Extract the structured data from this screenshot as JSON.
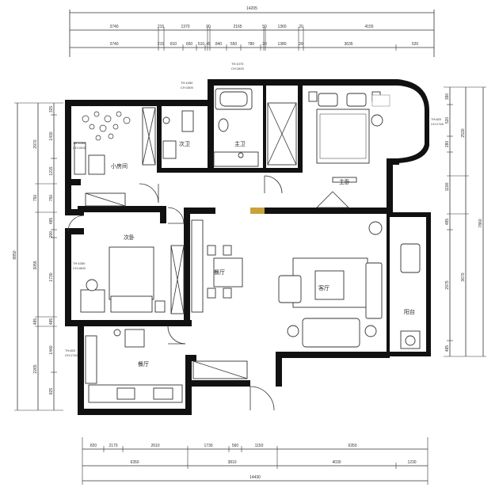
{
  "dimensions": {
    "top_total": "14205",
    "top_row1": [
      "3740",
      "215",
      "1370",
      "90",
      "2165",
      "50",
      "1360",
      "20",
      "4155"
    ],
    "top_row2": [
      "3740",
      "215",
      "810",
      "650",
      "510",
      "45",
      "840",
      "550",
      "780",
      "20",
      "1380",
      "20",
      "3635",
      "520"
    ],
    "left_total": "8850",
    "left_row1": [
      "2970",
      "750",
      "3055",
      "485",
      "2265"
    ],
    "left_row2": [
      "325",
      "1430",
      "1215",
      "750",
      "485",
      "1730",
      "200",
      "485",
      "1440",
      "825"
    ],
    "right_total": "7860",
    "right_row1": [
      "2530",
      "3670"
    ],
    "right_row2": [
      "390",
      "520",
      "280",
      "1190",
      "485",
      "2975",
      "485"
    ],
    "bottom_total": "14430",
    "bottom_row1": [
      "820",
      "2170",
      "2610",
      "1730",
      "560",
      "1150",
      "6350"
    ],
    "bottom_row2": [
      "6350",
      "3810",
      "4030",
      "1230"
    ]
  },
  "rooms": {
    "study": "小房间",
    "second_bath": "次卫",
    "master_bath": "主卫",
    "master_bedroom": "主卧",
    "second_bedroom": "次卧",
    "dining": "餐厅",
    "living": "客厅",
    "balcony": "阳台",
    "kitchen": "餐厅"
  },
  "notes": {
    "study": [
      "TH:1050",
      "CH:1500"
    ],
    "second_bath": [
      "TH:1050",
      "CH:1500"
    ],
    "master_bath": [
      "TH:1070",
      "CH:1620"
    ],
    "master_bedroom": [
      "TH:820",
      "CH:1745"
    ],
    "second_bedroom": [
      "TH:1050",
      "CH:1800"
    ],
    "kitchen": [
      "TH:820",
      "CH:1740"
    ]
  },
  "colors": {
    "wall": "#111111",
    "door_threshold": "#c8a23c"
  }
}
